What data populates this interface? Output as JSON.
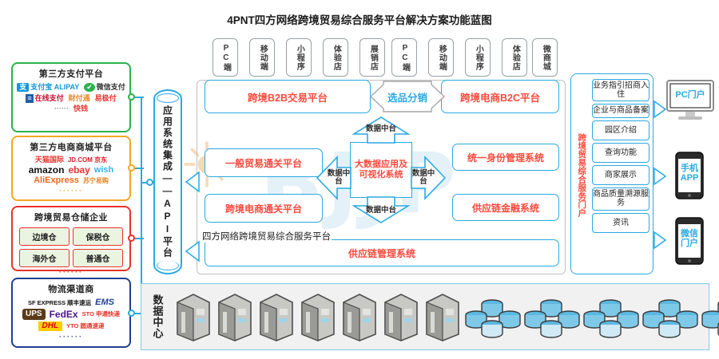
{
  "title": "4PNT四方网络跨境贸易综合服务平台解决方案功能蓝图",
  "channels": {
    "b2b": [
      "PC端",
      "移动端",
      "小程序",
      "体验店",
      "展销店"
    ],
    "b2c": [
      "PC端",
      "移动端",
      "小程序",
      "体验店",
      "微商城"
    ]
  },
  "platforms": {
    "b2b_label": "跨境B2B交易平台",
    "distribution_label": "选品分销",
    "b2c_label": "跨境电商B2C平台"
  },
  "left_panels": [
    {
      "title": "第三方支付平台",
      "color": "#2bb24c",
      "logos": [
        "支付宝 ALIPAY",
        "微信支付",
        "在线支付",
        "财付通",
        "易极付",
        "快钱"
      ],
      "ellipsis": "······"
    },
    {
      "title": "第三方电商商城平台",
      "color": "#f5a623",
      "logos": [
        "天猫国际",
        "JD.COM 京东",
        "amazon",
        "ebay",
        "wish",
        "AliExpress",
        "苏宁易购"
      ],
      "ellipsis": "······"
    },
    {
      "title": "跨境贸易仓储企业",
      "color": "#e8332a",
      "warehouses": [
        "边境仓",
        "保税仓",
        "海外仓",
        "普通仓"
      ],
      "ellipsis": "······"
    },
    {
      "title": "物流渠道商",
      "color": "#1f3f8f",
      "logos": [
        "SF EXPRESS 顺丰速运",
        "EMS",
        "UPS",
        "FedEx",
        "STO 申通快递",
        "DHL",
        "YTO 圆通速递"
      ],
      "ellipsis": "······"
    }
  ],
  "api_platform": {
    "label": "应用系统集成——API平台"
  },
  "center": {
    "container_label": "四方网络跨境贸易综合服务平台",
    "customs_general": "一般贸易通关平台",
    "customs_cross_border": "跨境电商通关平台",
    "identity_system": "统一身份管理系统",
    "supply_chain_finance": "供应链金融系统",
    "big_data_hub": "大数据应用及可视化系统",
    "data_middle_platform": "数据中台",
    "supply_chain_management": "供应链管理系统"
  },
  "portal": {
    "title": "跨境贸易综合服务门户",
    "items": [
      "业务指引招商入住",
      "企业与商品备案",
      "园区介绍",
      "查询功能",
      "商家展示",
      "商品质量溯源服务",
      "资讯"
    ]
  },
  "devices": [
    {
      "label": "PC门户",
      "icon": "monitor-icon"
    },
    {
      "label": "手机APP",
      "icon": "smartphone-icon"
    },
    {
      "label": "微信门户",
      "icon": "smartphone-icon"
    }
  ],
  "data_center": {
    "label": "数据中心",
    "server_count": 7,
    "database_group_count": 5
  },
  "watermark": "BJJP"
}
